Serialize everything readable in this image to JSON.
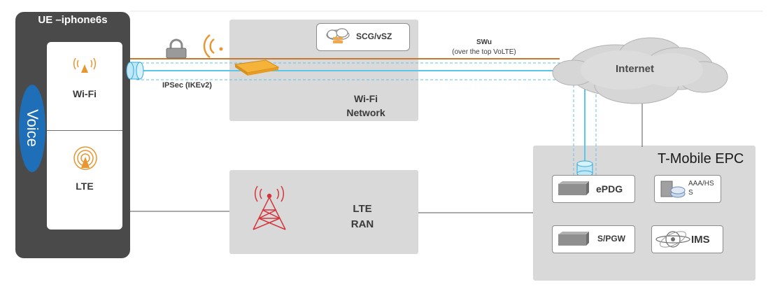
{
  "ue": {
    "title": "UE –iphone6s",
    "voice": "Voice",
    "wifi_label": "Wi-Fi",
    "lte_label": "LTE"
  },
  "tunnel": {
    "label": "IPSec (IKEv2)"
  },
  "wifi_network": {
    "label_line1": "Wi-Fi",
    "label_line2": "Network",
    "scg_label": "SCG/vSZ"
  },
  "swu": {
    "label_line1": "SWu",
    "label_line2": "(over the top VoLTE)"
  },
  "internet": {
    "label": "Internet"
  },
  "lte_ran": {
    "label_line1": "LTE",
    "label_line2": "RAN"
  },
  "epc": {
    "title": "T-Mobile EPC",
    "epdg": "ePDG",
    "aaa_line1": "AAA/HS",
    "aaa_line2": "S",
    "spgw": "S/PGW",
    "ims": "IMS"
  },
  "colors": {
    "ue_dark": "#4a4a4a",
    "voice_blue": "#1e6fb8",
    "tunnel_cyan": "#5bc5ea",
    "swu_orange": "#c8782a",
    "signal_orange": "#e8962f",
    "tower_red": "#d4343a",
    "box_grey": "#d9d9d9"
  }
}
